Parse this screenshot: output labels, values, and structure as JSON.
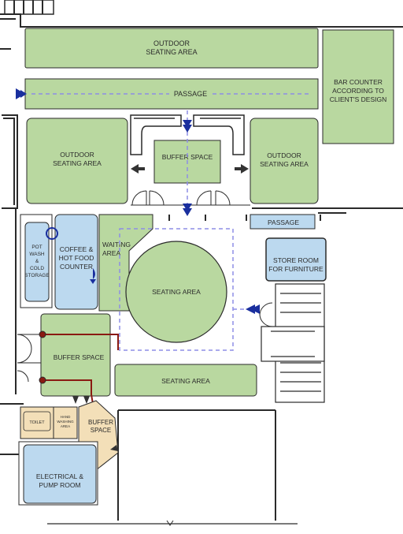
{
  "colors": {
    "green": "#b9d8a0",
    "blue": "#bcd9ef",
    "tan": "#f3dfb8",
    "wall": "#2a2a2a",
    "passage_line": "#8e8ee6",
    "arrow_blue": "#1a2f9e",
    "service_red": "#8a1a12"
  },
  "icons": {
    "entry": "arrow-head-icon",
    "flow": "flow-arrow-icon",
    "service": "service-line-icon"
  },
  "zones": {
    "outdoor_top": [
      "OUTDOOR",
      "SEATING AREA"
    ],
    "bar_counter": [
      "BAR COUNTER",
      "ACCORDING TO",
      "CLIENT'S DESIGN"
    ],
    "passage_top": "PASSAGE",
    "outdoor_left": [
      "OUTDOOR",
      "SEATING AREA"
    ],
    "buffer_top": "BUFFER SPACE",
    "outdoor_right": [
      "OUTDOOR",
      "SEATING AREA"
    ],
    "passage_right": "PASSAGE",
    "store_room": [
      "STORE ROOM",
      "FOR FURNITURE"
    ],
    "pot_wash": [
      "POT",
      "WASH",
      "&",
      "COLD",
      "STORAGE"
    ],
    "coffee": [
      "COFFEE &",
      "HOT FOOD",
      "COUNTER"
    ],
    "waiting": [
      "WAITING",
      "AREA"
    ],
    "seating_circle": "SEATING AREA",
    "buffer_left": "BUFFER SPACE",
    "seating_bottom": "SEATING AREA",
    "toilet": "TOILET",
    "hand_washing": [
      "HAND",
      "WASHING",
      "AREA"
    ],
    "buffer_small": [
      "BUFFER",
      "SPACE"
    ],
    "electrical": [
      "ELECTRICAL &",
      "PUMP ROOM"
    ]
  }
}
